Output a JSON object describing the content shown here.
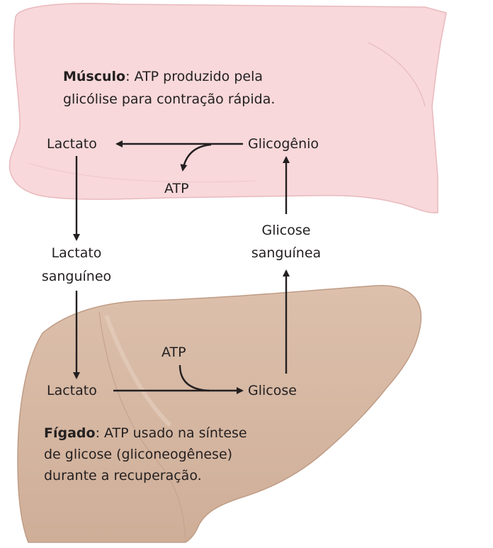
{
  "muscle": {
    "caption_bold": "Músculo",
    "caption_line1_rest": ": ATP produzido pela",
    "caption_line2": "glicólise para contração rápida.",
    "lactate": "Lactato",
    "glycogen": "Glicogênio",
    "atp": "ATP"
  },
  "blood": {
    "lactate_line1": "Lactato",
    "lactate_line2": "sanguíneo",
    "glucose_line1": "Glicose",
    "glucose_line2": "sanguínea"
  },
  "liver": {
    "lactate": "Lactato",
    "glucose": "Glicose",
    "atp": "ATP",
    "caption_bold": "Fígado",
    "caption_line1_rest": ": ATP usado na síntese",
    "caption_line2": "de glicose (gliconeogênese)",
    "caption_line3": "durante a recuperação."
  },
  "colors": {
    "muscle_fill": "#f7d7d9",
    "muscle_stroke": "#e7b8bc",
    "liver_fill": "#d8b9a4",
    "liver_stroke": "#bf9c86",
    "text": "#231f20"
  }
}
